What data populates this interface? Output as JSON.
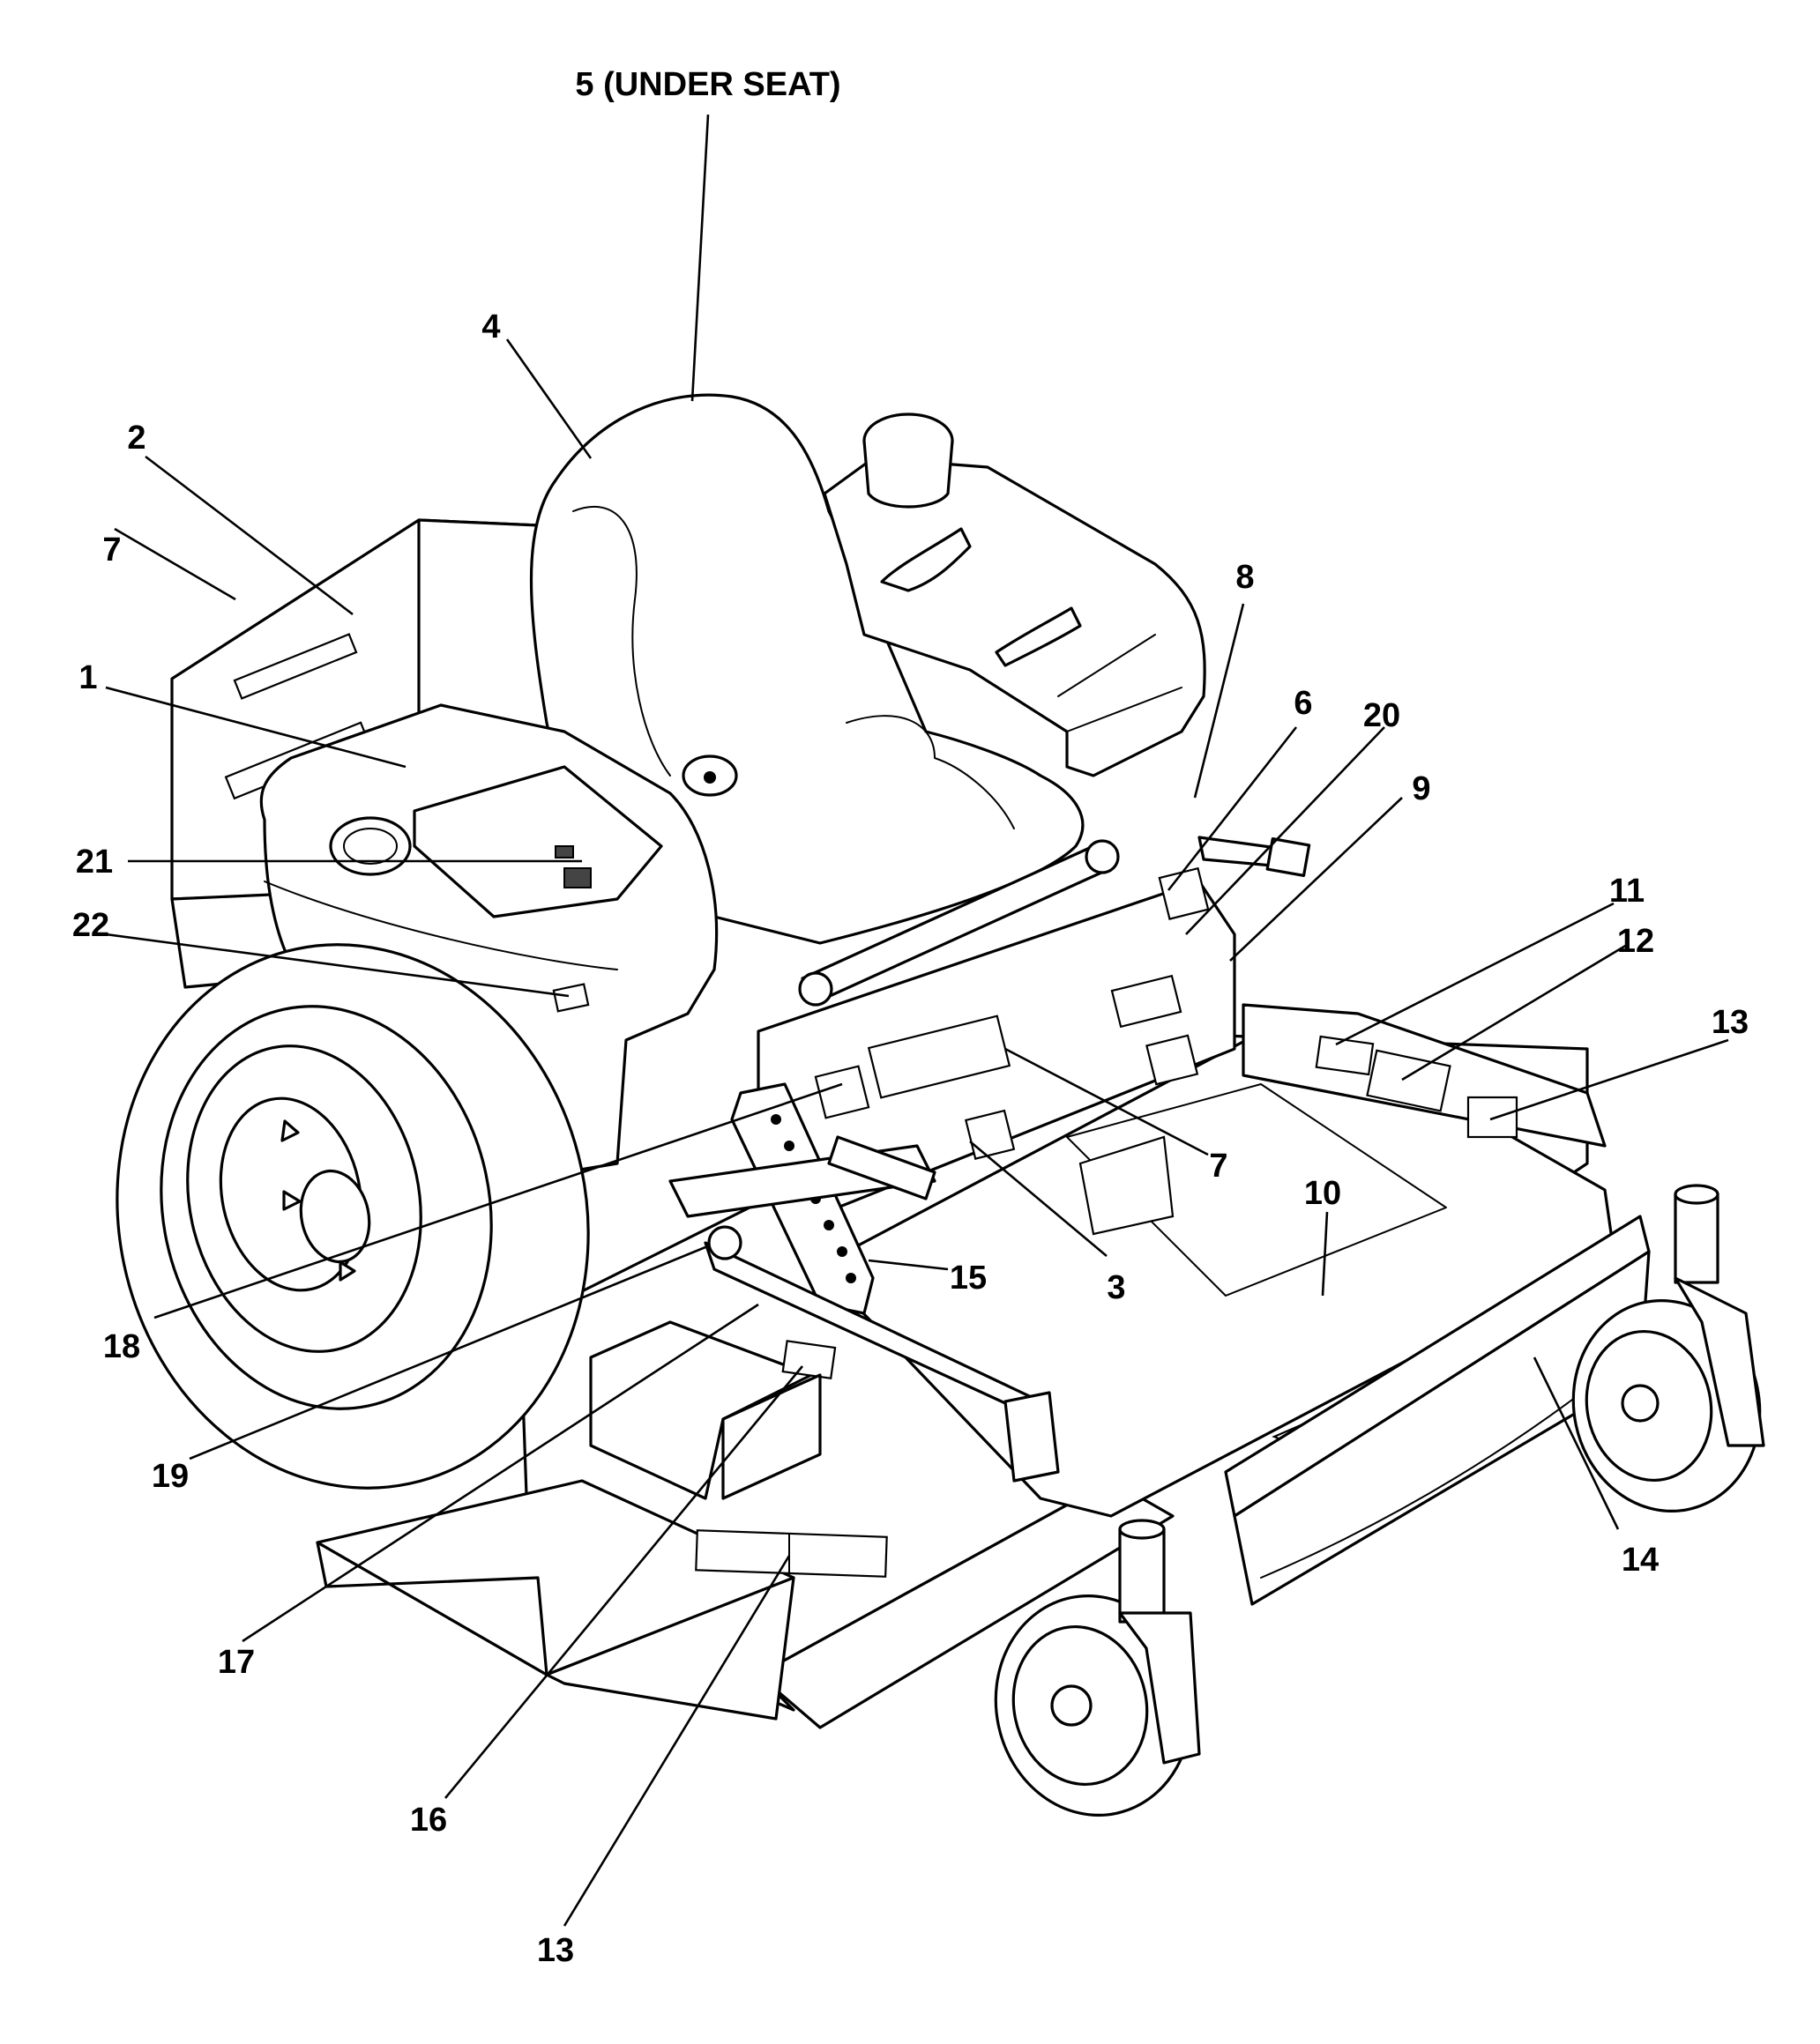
{
  "diagram": {
    "type": "exploded parts diagram",
    "subject": "zero-turn riding mower decal locations",
    "colors": {
      "ink": "#000000",
      "background": "#ffffff"
    }
  },
  "callouts": [
    {
      "id": "c5",
      "text": "5 (UNDER SEAT)"
    },
    {
      "id": "c4",
      "text": "4"
    },
    {
      "id": "c2",
      "text": "2"
    },
    {
      "id": "c7a",
      "text": "7"
    },
    {
      "id": "c1",
      "text": "1"
    },
    {
      "id": "c21",
      "text": "21"
    },
    {
      "id": "c22",
      "text": "22"
    },
    {
      "id": "c8",
      "text": "8"
    },
    {
      "id": "c6",
      "text": "6"
    },
    {
      "id": "c20",
      "text": "20"
    },
    {
      "id": "c9",
      "text": "9"
    },
    {
      "id": "c11",
      "text": "11"
    },
    {
      "id": "c12",
      "text": "12"
    },
    {
      "id": "c13a",
      "text": "13"
    },
    {
      "id": "c7b",
      "text": "7"
    },
    {
      "id": "c10",
      "text": "10"
    },
    {
      "id": "c3",
      "text": "3"
    },
    {
      "id": "c15",
      "text": "15"
    },
    {
      "id": "c18",
      "text": "18"
    },
    {
      "id": "c19",
      "text": "19"
    },
    {
      "id": "c17",
      "text": "17"
    },
    {
      "id": "c16",
      "text": "16"
    },
    {
      "id": "c14",
      "text": "14"
    },
    {
      "id": "c13b",
      "text": "13"
    }
  ]
}
